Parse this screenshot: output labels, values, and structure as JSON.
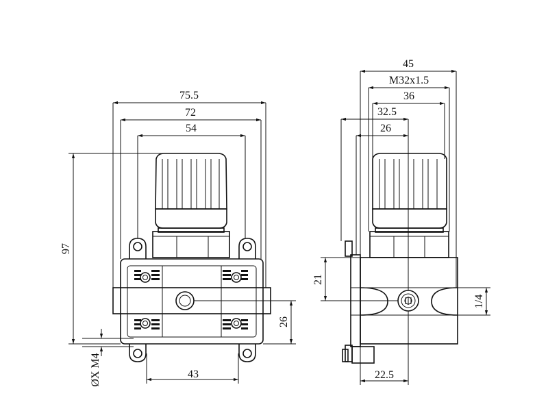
{
  "front_view": {
    "dimensions": {
      "width_overall": "75.5",
      "width_72": "72",
      "width_54": "54",
      "height_97": "97",
      "mount_hole": "ØX M4",
      "height_26": "26",
      "width_43": "43"
    }
  },
  "side_view": {
    "dimensions": {
      "width_45": "45",
      "thread": "M32x1.5",
      "width_36": "36",
      "width_32_5": "32.5",
      "width_26": "26",
      "height_21": "21",
      "port": "1/4",
      "width_22_5": "22.5"
    }
  },
  "colors": {
    "line": "#111111",
    "background": "#ffffff"
  }
}
